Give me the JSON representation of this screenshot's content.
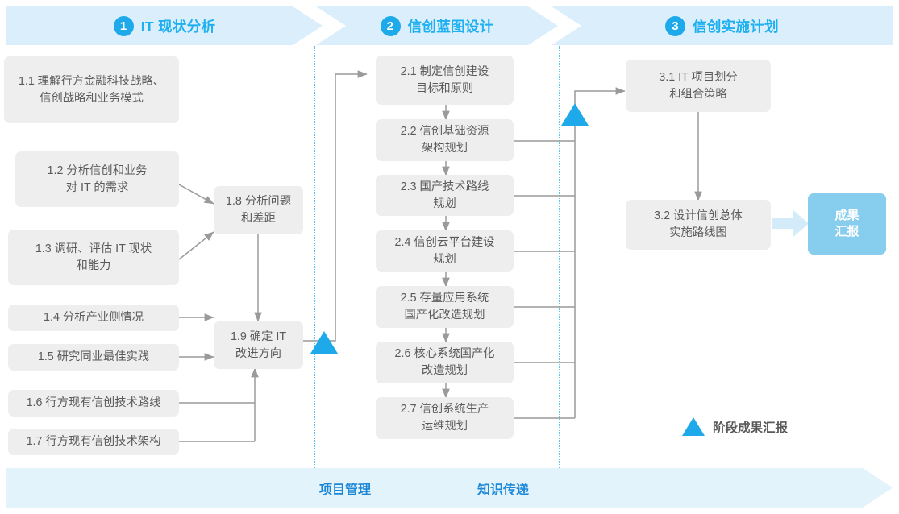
{
  "phases": [
    {
      "num": "1",
      "title": "IT 现状分析"
    },
    {
      "num": "2",
      "title": "信创蓝图设计"
    },
    {
      "num": "3",
      "title": "信创实施计划"
    }
  ],
  "column1": [
    {
      "id": "1.1",
      "label": "1.1 理解行方金融科技战略、\n信创战略和业务模式"
    },
    {
      "id": "1.2",
      "label": "1.2 分析信创和业务\n对 IT 的需求"
    },
    {
      "id": "1.3",
      "label": "1.3 调研、评估 IT 现状\n和能力"
    },
    {
      "id": "1.4",
      "label": "1.4 分析产业侧情况"
    },
    {
      "id": "1.5",
      "label": "1.5 研究同业最佳实践"
    },
    {
      "id": "1.6",
      "label": "1.6 行方现有信创技术路线"
    },
    {
      "id": "1.7",
      "label": "1.7 行方现有信创技术架构"
    },
    {
      "id": "1.8",
      "label": "1.8 分析问题\n和差距"
    },
    {
      "id": "1.9",
      "label": "1.9 确定 IT\n改进方向"
    }
  ],
  "column2": [
    {
      "id": "2.1",
      "label": "2.1 制定信创建设\n目标和原则"
    },
    {
      "id": "2.2",
      "label": "2.2 信创基础资源\n架构规划"
    },
    {
      "id": "2.3",
      "label": "2.3 国产技术路线\n规划"
    },
    {
      "id": "2.4",
      "label": "2.4 信创云平台建设\n规划"
    },
    {
      "id": "2.5",
      "label": "2.5 存量应用系统\n国产化改造规划"
    },
    {
      "id": "2.6",
      "label": "2.6 核心系统国产化\n改造规划"
    },
    {
      "id": "2.7",
      "label": "2.7 信创系统生产\n运维规划"
    }
  ],
  "column3": [
    {
      "id": "3.1",
      "label": "3.1 IT 项目划分\n和组合策略"
    },
    {
      "id": "3.2",
      "label": "3.2 设计信创总体\n实施路线图"
    }
  ],
  "result_badge": {
    "label": "成果\n汇报"
  },
  "legend": {
    "label": "阶段成果汇报"
  },
  "bottom_band": {
    "labels": [
      "项目管理",
      "知识传递"
    ]
  },
  "colors": {
    "accent_blue": "#1eaaea",
    "header_band": "#daeefb",
    "bottom_band": "#e3f3fb",
    "box_fill": "#eeeeee",
    "box_text": "#5a5a5a",
    "badge_fill": "#86cdee",
    "wire_gray": "#9a9a9a",
    "dotted_blue": "#55c4ef",
    "bottom_label_blue": "#1e88d8",
    "soft_arrow": "#d4ecf9"
  }
}
